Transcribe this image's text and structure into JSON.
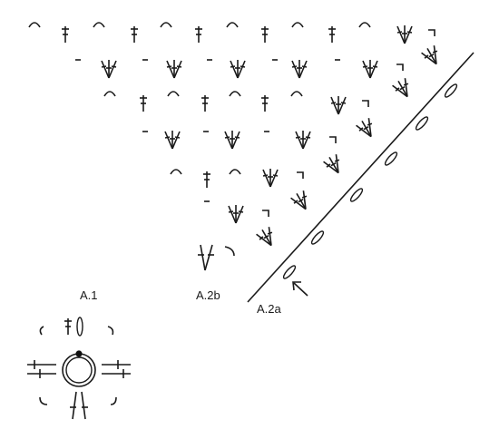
{
  "labels": {
    "a1": "A.1",
    "a2b": "A.2b",
    "a2a": "A.2a"
  },
  "symbols": {
    "ink_color": "#1a1a1a",
    "start_dot_color": "#111111",
    "legend_names": [
      "chain-arc-icon",
      "treble-icon",
      "treble-cluster-icon",
      "chain-space-icon",
      "bracket-icon",
      "oval-loop-icon",
      "magic-ring-icon",
      "direction-arrow-icon"
    ]
  }
}
